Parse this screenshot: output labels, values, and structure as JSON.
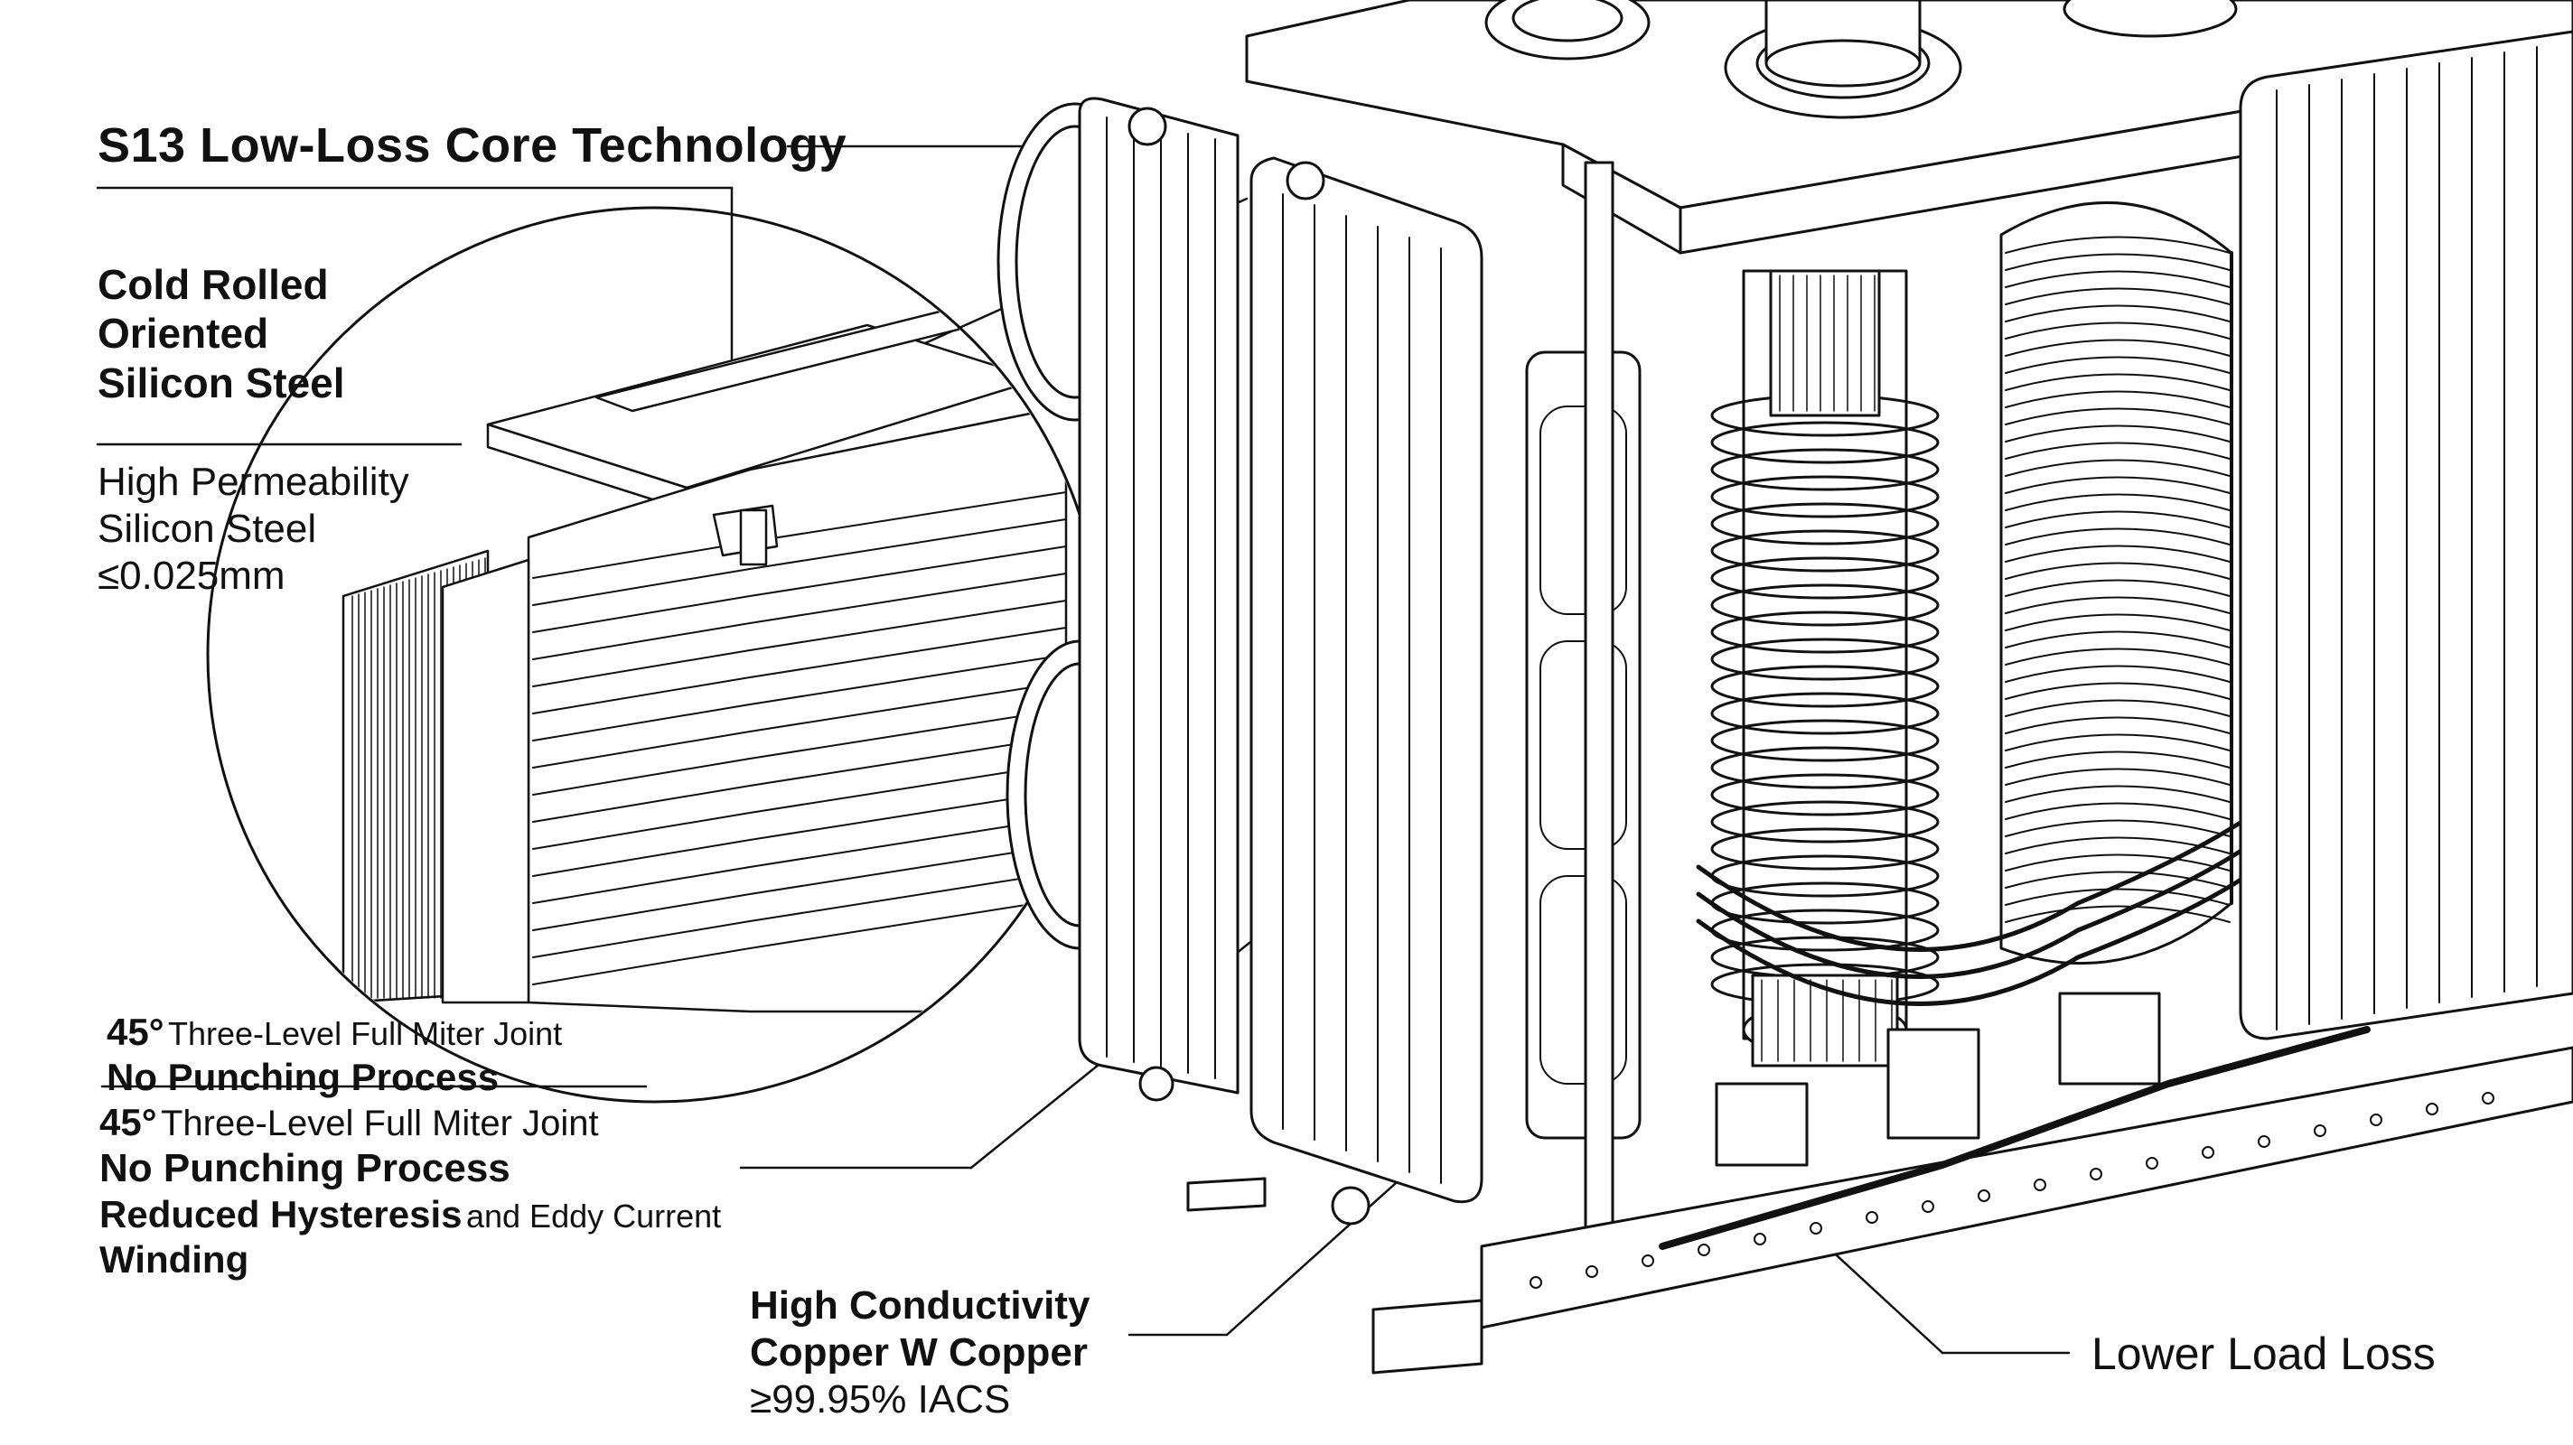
{
  "labels": {
    "core_technology": "S13 Low-Loss Core Technology",
    "cold_rolled": [
      "Cold Rolled",
      "Oriented",
      "Silicon Steel"
    ],
    "permeability": [
      "High Permeability",
      "Silicon Steel",
      "≤0.025mm"
    ],
    "miter_a": {
      "angle": "45°",
      "text": "Three-Level Full Miter Joint",
      "process": "No Punching Process"
    },
    "miter_b": {
      "angle": "45°",
      "text": "Three-Level Full Miter Joint",
      "process": "No Punching Process",
      "hysteresis": "Reduced Hysteresis",
      "eddy": "and Eddy Current",
      "winding": "Winding"
    },
    "conductivity": [
      "High Conductivity",
      "Copper W Copper",
      "≥99.95% IACS"
    ],
    "load_loss": "Lower Load Loss"
  },
  "colors": {
    "ink": "#111111",
    "paper": "#ffffff",
    "shade": "#d9d9d9"
  }
}
